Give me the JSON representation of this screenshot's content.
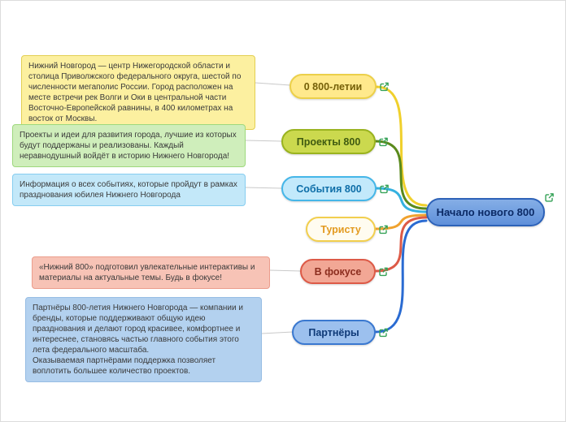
{
  "diagram": {
    "type": "mind-map",
    "central_topic": {
      "label": "Начало нового 800"
    },
    "topics": [
      {
        "label": "0 800-летии",
        "branch_color": "#f0d02c"
      },
      {
        "label": "Проекты 800",
        "branch_color": "#5a8a1c"
      },
      {
        "label": "События 800",
        "branch_color": "#35b1e0"
      },
      {
        "label": "Туристу",
        "branch_color": "#f0a22e"
      },
      {
        "label": "В фокусе",
        "branch_color": "#dd5a47"
      },
      {
        "label": "Партнёры",
        "branch_color": "#2a6bd2"
      }
    ],
    "notes": [
      {
        "topic": "0 800-летии",
        "text": "Нижний Новгород — центр Нижегородской области и столица Приволжского федерального округа, шестой по численности мегаполис России. Город расположен на месте встречи рек Волги и Оки в центральной части Восточно-Европейской равнины, в 400 километрах на восток от Москвы."
      },
      {
        "topic": "Проекты 800",
        "text": "Проекты и идеи для развития города, лучшие из которых будут поддержаны и реализованы. Каждый неравнодушный войдёт в историю Нижнего Новгорода!"
      },
      {
        "topic": "События 800",
        "text": "Информация о всех событиях, которые пройдут в рамках празднования юбилея Нижнего Новгорода"
      },
      {
        "topic": "В фокусе",
        "text": "«Нижний 800» подготовил увлекательные интерактивы и материалы на актуальные темы. Будь в фокусе!"
      },
      {
        "topic": "Партнёры",
        "text": "Партнёры 800-летия Нижнего Новгорода — компании и бренды, которые поддерживают общую идею празднования и делают город красивее, комфортнее и интереснее, становясь частью главного события этого лета федерального масштаба.\nОказываемая партнёрами поддержка позволяет воплотить большее количество проектов."
      }
    ],
    "icon": {
      "open_link": "external-link-icon"
    }
  }
}
